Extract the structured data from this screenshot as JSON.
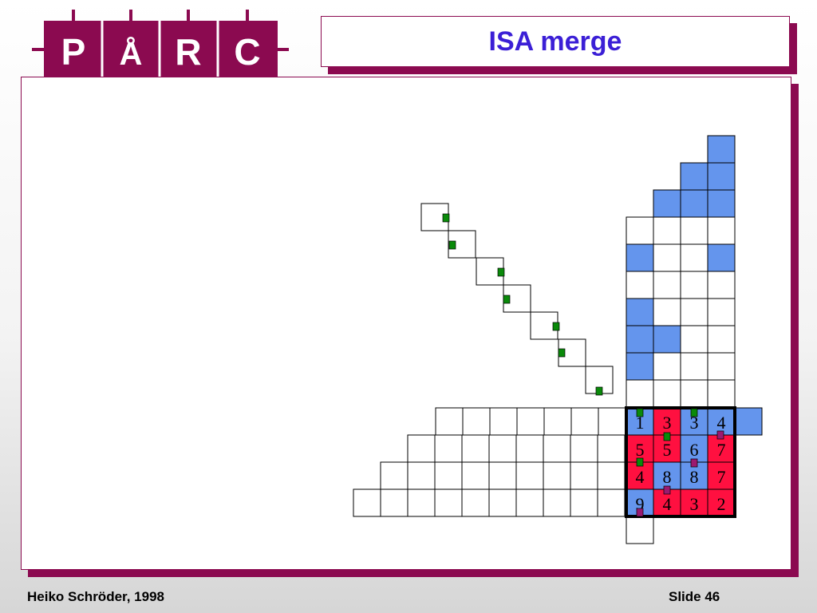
{
  "logo": {
    "letters": [
      "P",
      "Å",
      "R",
      "C"
    ]
  },
  "slide": {
    "title": "ISA merge"
  },
  "footer": {
    "author": "Heiko Schröder,  1998",
    "slide_label": "Slide 46"
  },
  "colors": {
    "accent": "#8b0a50",
    "title": "#3b1fd6",
    "blue_cell": "#6495ed",
    "red_cell": "#ff1040",
    "green_marker": "#0a8a0a",
    "purple_marker": "#9b1a70"
  },
  "merge_grid": {
    "rows": [
      [
        "1",
        "3",
        "3",
        "4"
      ],
      [
        "5",
        "5",
        "6",
        "7"
      ],
      [
        "4",
        "8",
        "8",
        "7"
      ],
      [
        "9",
        "4",
        "3",
        "2"
      ]
    ],
    "fills": [
      [
        "blue",
        "red",
        "blue",
        "blue"
      ],
      [
        "red",
        "red",
        "blue",
        "red"
      ],
      [
        "red",
        "blue",
        "blue",
        "red"
      ],
      [
        "blue",
        "red",
        "red",
        "red"
      ]
    ]
  }
}
